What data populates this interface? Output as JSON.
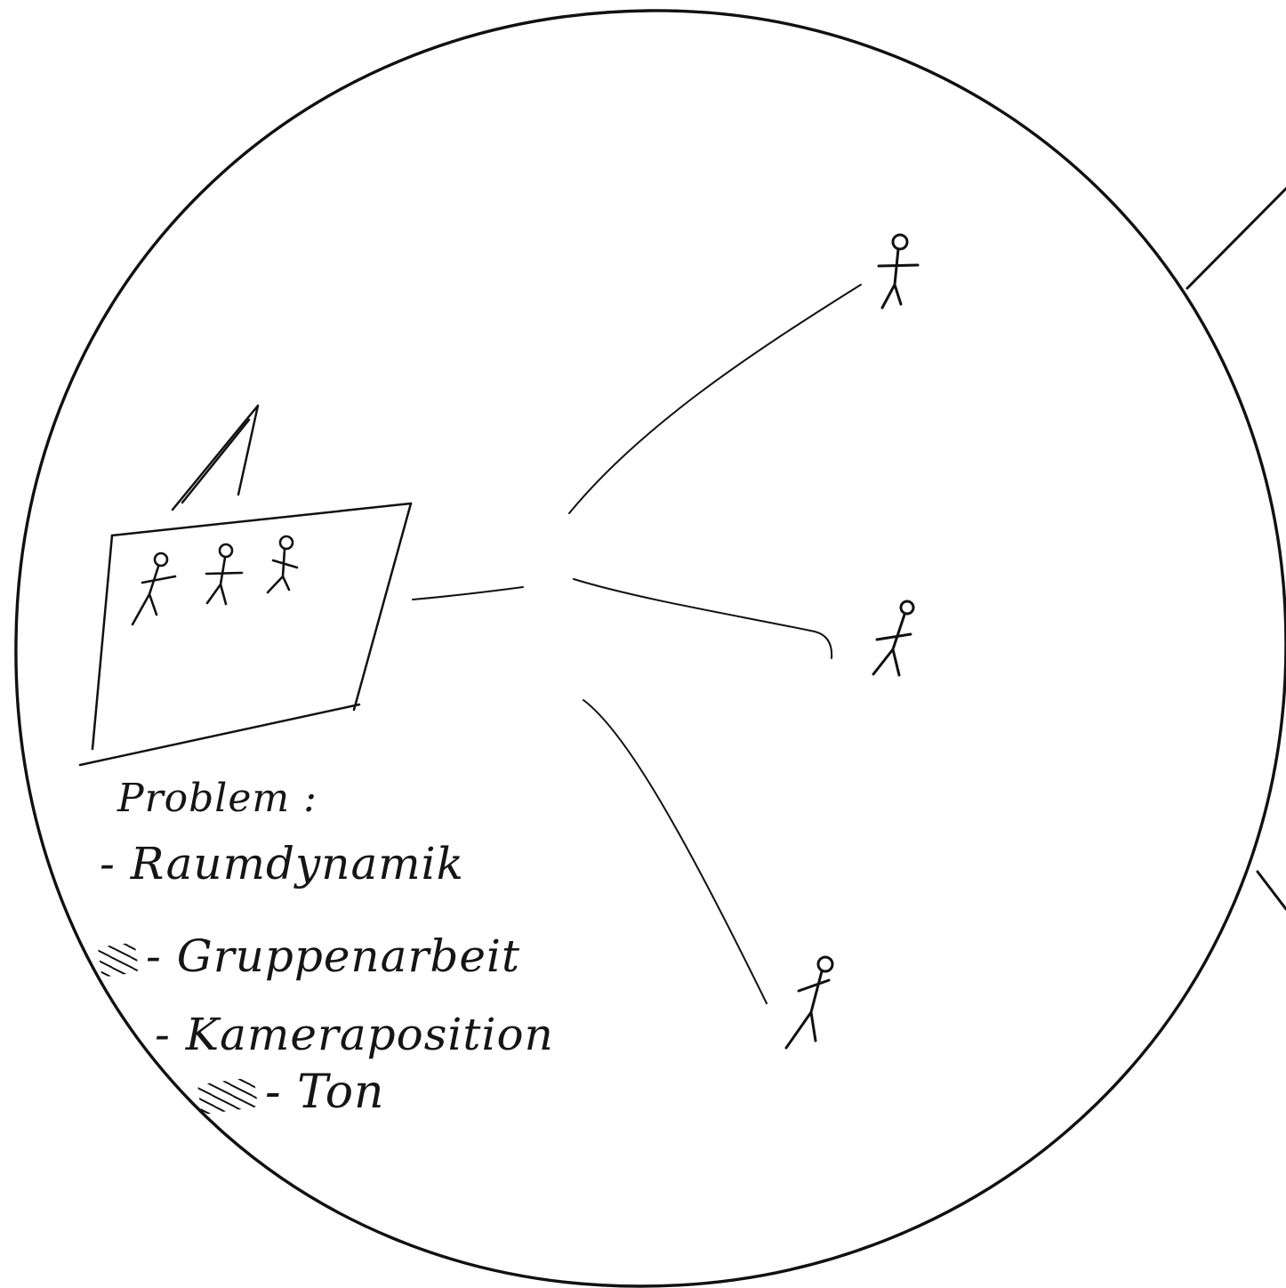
{
  "notes": {
    "title": "Problem :",
    "items": [
      "- Raumdynamik",
      "- Gruppenarbeit",
      "- Kameraposition",
      "- Ton"
    ]
  }
}
